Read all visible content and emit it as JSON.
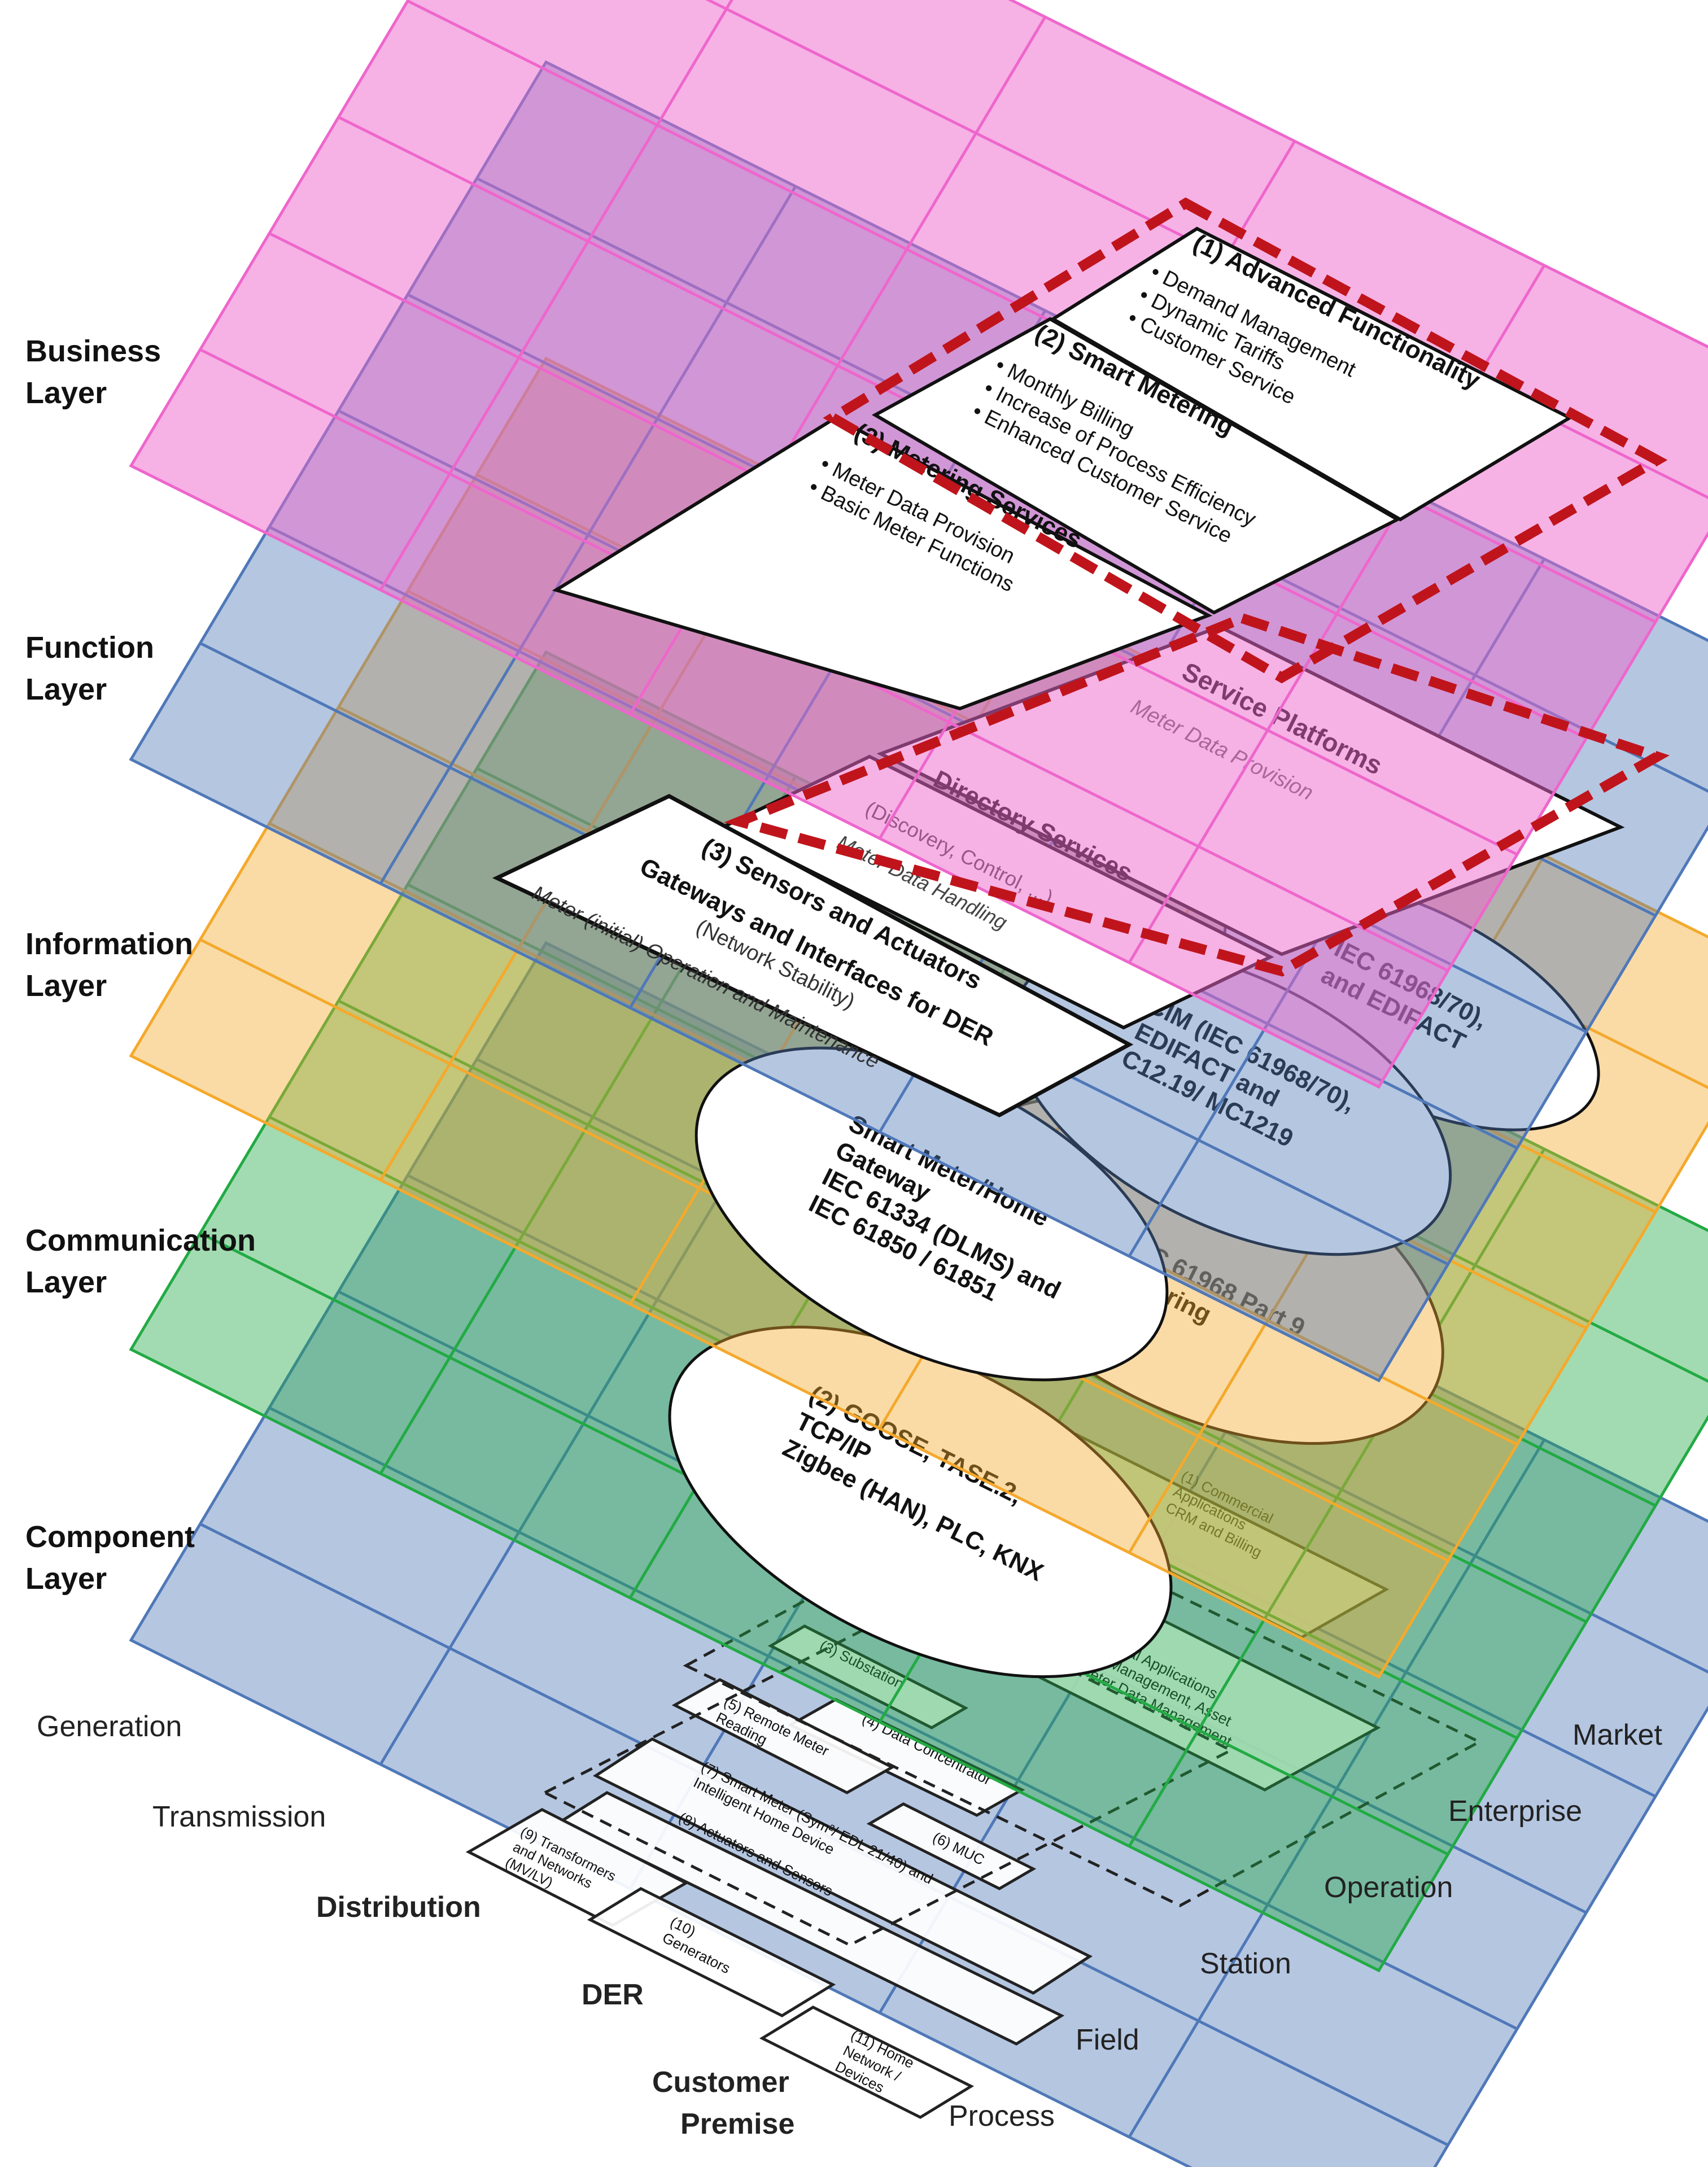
{
  "layers": [
    {
      "id": "component",
      "name": "Component Layer",
      "lines": [
        "Component",
        "Layer"
      ]
    },
    {
      "id": "communication",
      "name": "Communication Layer",
      "lines": [
        "Communication",
        "Layer"
      ]
    },
    {
      "id": "information",
      "name": "Information Layer",
      "lines": [
        "Information",
        "Layer"
      ]
    },
    {
      "id": "function",
      "name": "Function Layer",
      "lines": [
        "Function",
        "Layer"
      ]
    },
    {
      "id": "business",
      "name": "Business Layer",
      "lines": [
        "Business",
        "Layer"
      ]
    }
  ],
  "colors": {
    "business": "#ee66cc",
    "function": "#4f78b8",
    "information": "#f4a92c",
    "communication": "#22aa44",
    "component": "#4f78b8",
    "highlight": "#c0141c"
  },
  "domains": [
    {
      "label": "Generation",
      "bold": false
    },
    {
      "label": "Transmission",
      "bold": false
    },
    {
      "label": "Distribution",
      "bold": true
    },
    {
      "label": "DER",
      "bold": true
    },
    {
      "label": "Customer Premise",
      "lines": [
        "Customer",
        "Premise"
      ],
      "bold": true
    }
  ],
  "zones": [
    "Process",
    "Field",
    "Station",
    "Operation",
    "Enterprise",
    "Market"
  ],
  "business_boxes": [
    {
      "title": "(1) Advanced Functionality",
      "items": [
        "Demand Management",
        "Dynamic Tariffs",
        "Customer Service"
      ]
    },
    {
      "title": "(2) Smart Metering",
      "items": [
        "Monthly Billing",
        "Increase of Process Efficiency",
        "Enhanced Customer Service"
      ]
    },
    {
      "title": "(3) Metering Services",
      "items": [
        "Meter Data Provision",
        "Basic Meter Functions"
      ]
    }
  ],
  "function_boxes": [
    {
      "title": "Service Platforms",
      "sub": "Meter Data Provision"
    },
    {
      "title": "Directory Services",
      "sub": "(Discovery, Control, ...)",
      "sub2": "Meter Data Handling"
    },
    {
      "title": "(3)  Sensors and Actuators Gateways and Interfaces for DER",
      "sub": "(Network Stability)",
      "sub2": "Meter (initial) Operation and Maintenance"
    }
  ],
  "information_ellipses": [
    {
      "lines": [
        "IEC 61968/70),",
        "and EDIFACT"
      ]
    },
    {
      "lines": [
        "CIM (IEC 61968/70),",
        "EDIFACT and",
        "C12.19/ MC1219"
      ]
    },
    {
      "lines": [
        "Smart Meter/Home",
        "Gateway",
        "IEC 61334 (DLMS) and",
        "IEC 61850 / 61851"
      ]
    }
  ],
  "communication_ellipses": [
    {
      "lines": [
        "IEC 61968 Part 9",
        "Metering"
      ]
    },
    {
      "lines": [
        "(2) GOOSE, TASE.2,",
        "TCP/IP",
        "Zigbee (HAN), PLC, KNX"
      ]
    }
  ],
  "component_boxes": [
    {
      "lines": [
        "(1) Commercial",
        "Applications",
        "CRM and Billing"
      ]
    },
    {
      "lines": [
        "Operational Applications",
        "Outage Management, Asset",
        "and Meter Data Management"
      ]
    },
    {
      "lines": [
        "(3) Substation"
      ]
    },
    {
      "lines": [
        "(4) Data Concentrator"
      ]
    },
    {
      "lines": [
        "(5) Remote Meter",
        "Reading"
      ]
    },
    {
      "lines": [
        "(6) MUC"
      ]
    },
    {
      "lines": [
        "(7) Smart Meter (Sym²/ EDL 21/40) and",
        "Intelligent Home Device"
      ]
    },
    {
      "lines": [
        "(8) Actuators and Sensors"
      ]
    },
    {
      "lines": [
        "(9) Transformers",
        "and Networks",
        "(MV/LV)"
      ]
    },
    {
      "lines": [
        "(10)",
        "Generators"
      ]
    },
    {
      "lines": [
        "(11) Home",
        "Network /",
        "Devices"
      ]
    }
  ]
}
